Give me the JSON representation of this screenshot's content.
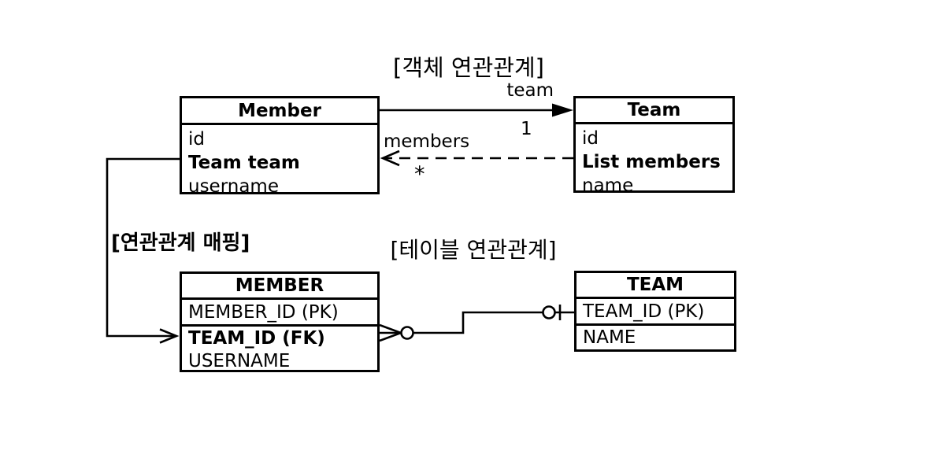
{
  "titles": {
    "object_relation": "[객체 연관관계]",
    "mapping": "[연관관계 매핑]",
    "table_relation": "[테이블 연관관계]"
  },
  "object_diagram": {
    "member_class": {
      "title": "Member",
      "fields": [
        "id",
        "Team team",
        "username"
      ]
    },
    "team_class": {
      "title": "Team",
      "fields": [
        "id",
        "List members",
        "name"
      ]
    },
    "team_association": {
      "label": "team",
      "multiplicity": "1"
    },
    "members_association": {
      "label": "members",
      "multiplicity": "*"
    }
  },
  "table_diagram": {
    "member_table": {
      "title": "MEMBER",
      "rows": [
        "MEMBER_ID (PK)",
        "TEAM_ID (FK)",
        "USERNAME"
      ]
    },
    "team_table": {
      "title": "TEAM",
      "rows": [
        "TEAM_ID (PK)",
        "NAME"
      ]
    }
  },
  "colors": {
    "line": "#000000",
    "background": "#ffffff"
  }
}
